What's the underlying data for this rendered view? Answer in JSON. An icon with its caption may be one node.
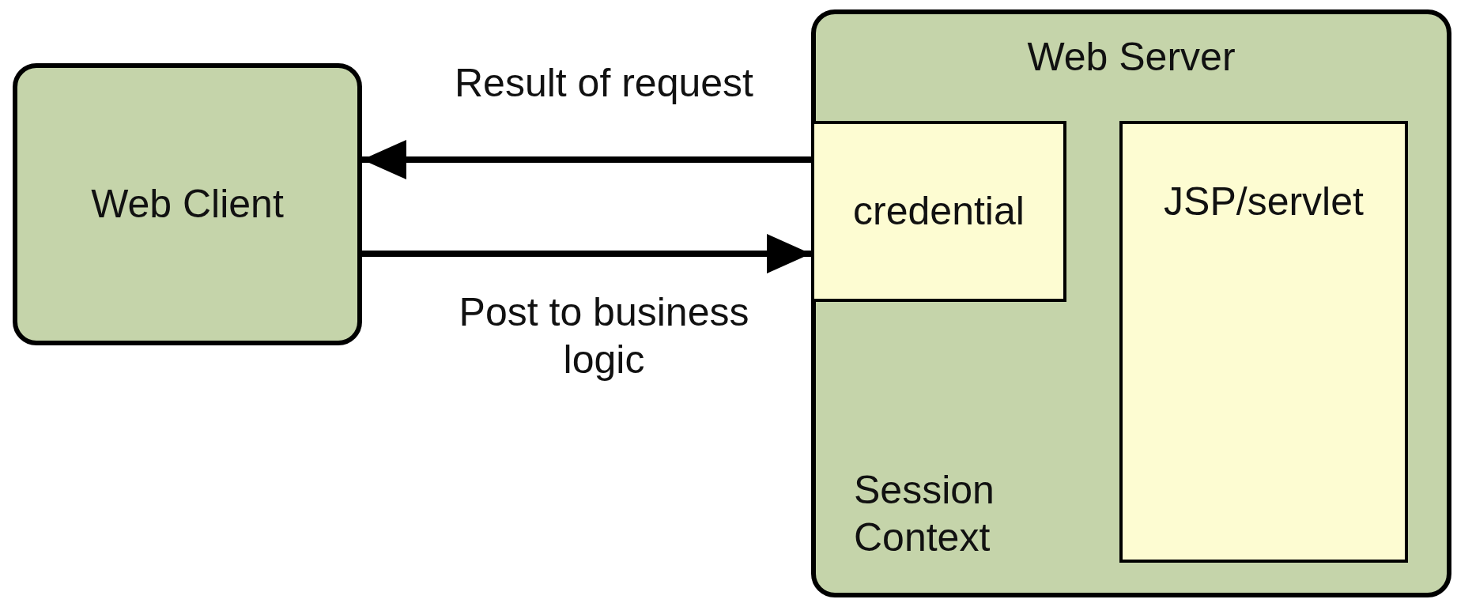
{
  "diagram": {
    "nodes": [
      {
        "text": [
          "Web Client"
        ]
      },
      {
        "text": [
          "Web Server",
          "Session Context"
        ]
      },
      {
        "text": [
          "credential"
        ],
        "in": 1
      },
      {
        "text": [
          "JSP/servlet"
        ],
        "in": 1
      }
    ],
    "edges": [
      {
        "from": 2,
        "to": 0,
        "arrow": "to",
        "label": "Result of request"
      },
      {
        "from": 0,
        "to": 2,
        "arrow": "to",
        "label": "Post to business logic"
      }
    ]
  }
}
